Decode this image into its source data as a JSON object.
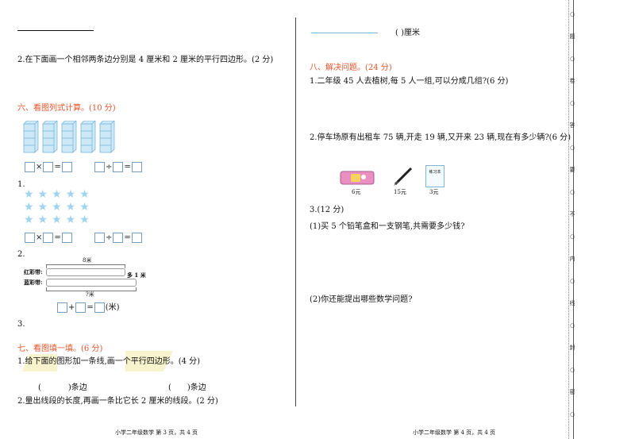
{
  "left": {
    "q2_text": "2.在下面画一个相邻两条边分别是 4 厘米和 2 厘米的平行四边形。(2 分)",
    "sec6_title": "六、看图列式计算。(10 分)",
    "op_times": "×",
    "op_eq": "=",
    "op_div": "÷",
    "op_plus": "+",
    "item1": "1.",
    "item2": "2.",
    "item3": "3.",
    "label_8m": "8米",
    "label_red": "红彩带:",
    "label_blue": "蓝彩带:",
    "label_more": "多 1 米",
    "label_q": "?米",
    "unit_m": "(米)",
    "sec7_title": "七、看图填一填。(6 分)",
    "s7_q1": "1.给下面的图形加一条线,画一个平行四边形。(4 分)",
    "s7_blank1": "(",
    "s7_blank1b": ")条边",
    "s7_blank2": "(",
    "s7_blank2b": ")条边",
    "s7_q2": "2.量出线段的长度,再画一条比它长 2 厘米的线段。(2 分)",
    "footer": "小学二年级数学  第 3 页，共 4 页"
  },
  "right": {
    "top_blank": "(        )厘米",
    "sec8_title": "八、解决问题。(24 分)",
    "q1": "1.二年级 45 人去植树,每 5 人一组,可以分成几组?(6 分)",
    "q2": "2.停车场原有出租车 75 辆,开走 19 辆,又开来 23 辆,现在有多少辆?(6 分)",
    "price1": "6元",
    "price2": "15元",
    "price3": "3元",
    "notebook_label": "练习本",
    "q3": "3.(12 分)",
    "q3_1": "(1)买 5 个铅笔盒和一支钢笔,共需要多少钱?",
    "q3_2": "(2)你还能提出哪些数学问题?",
    "footer": "小学二年级数学  第 4 页，共 4 页"
  },
  "rail": {
    "marks": [
      "○",
      "题",
      "○",
      "卷",
      "○",
      "答",
      "○",
      "要",
      "○",
      "不",
      "○",
      "内",
      "○",
      "线",
      "○",
      "封",
      "○",
      "密",
      "○"
    ]
  }
}
